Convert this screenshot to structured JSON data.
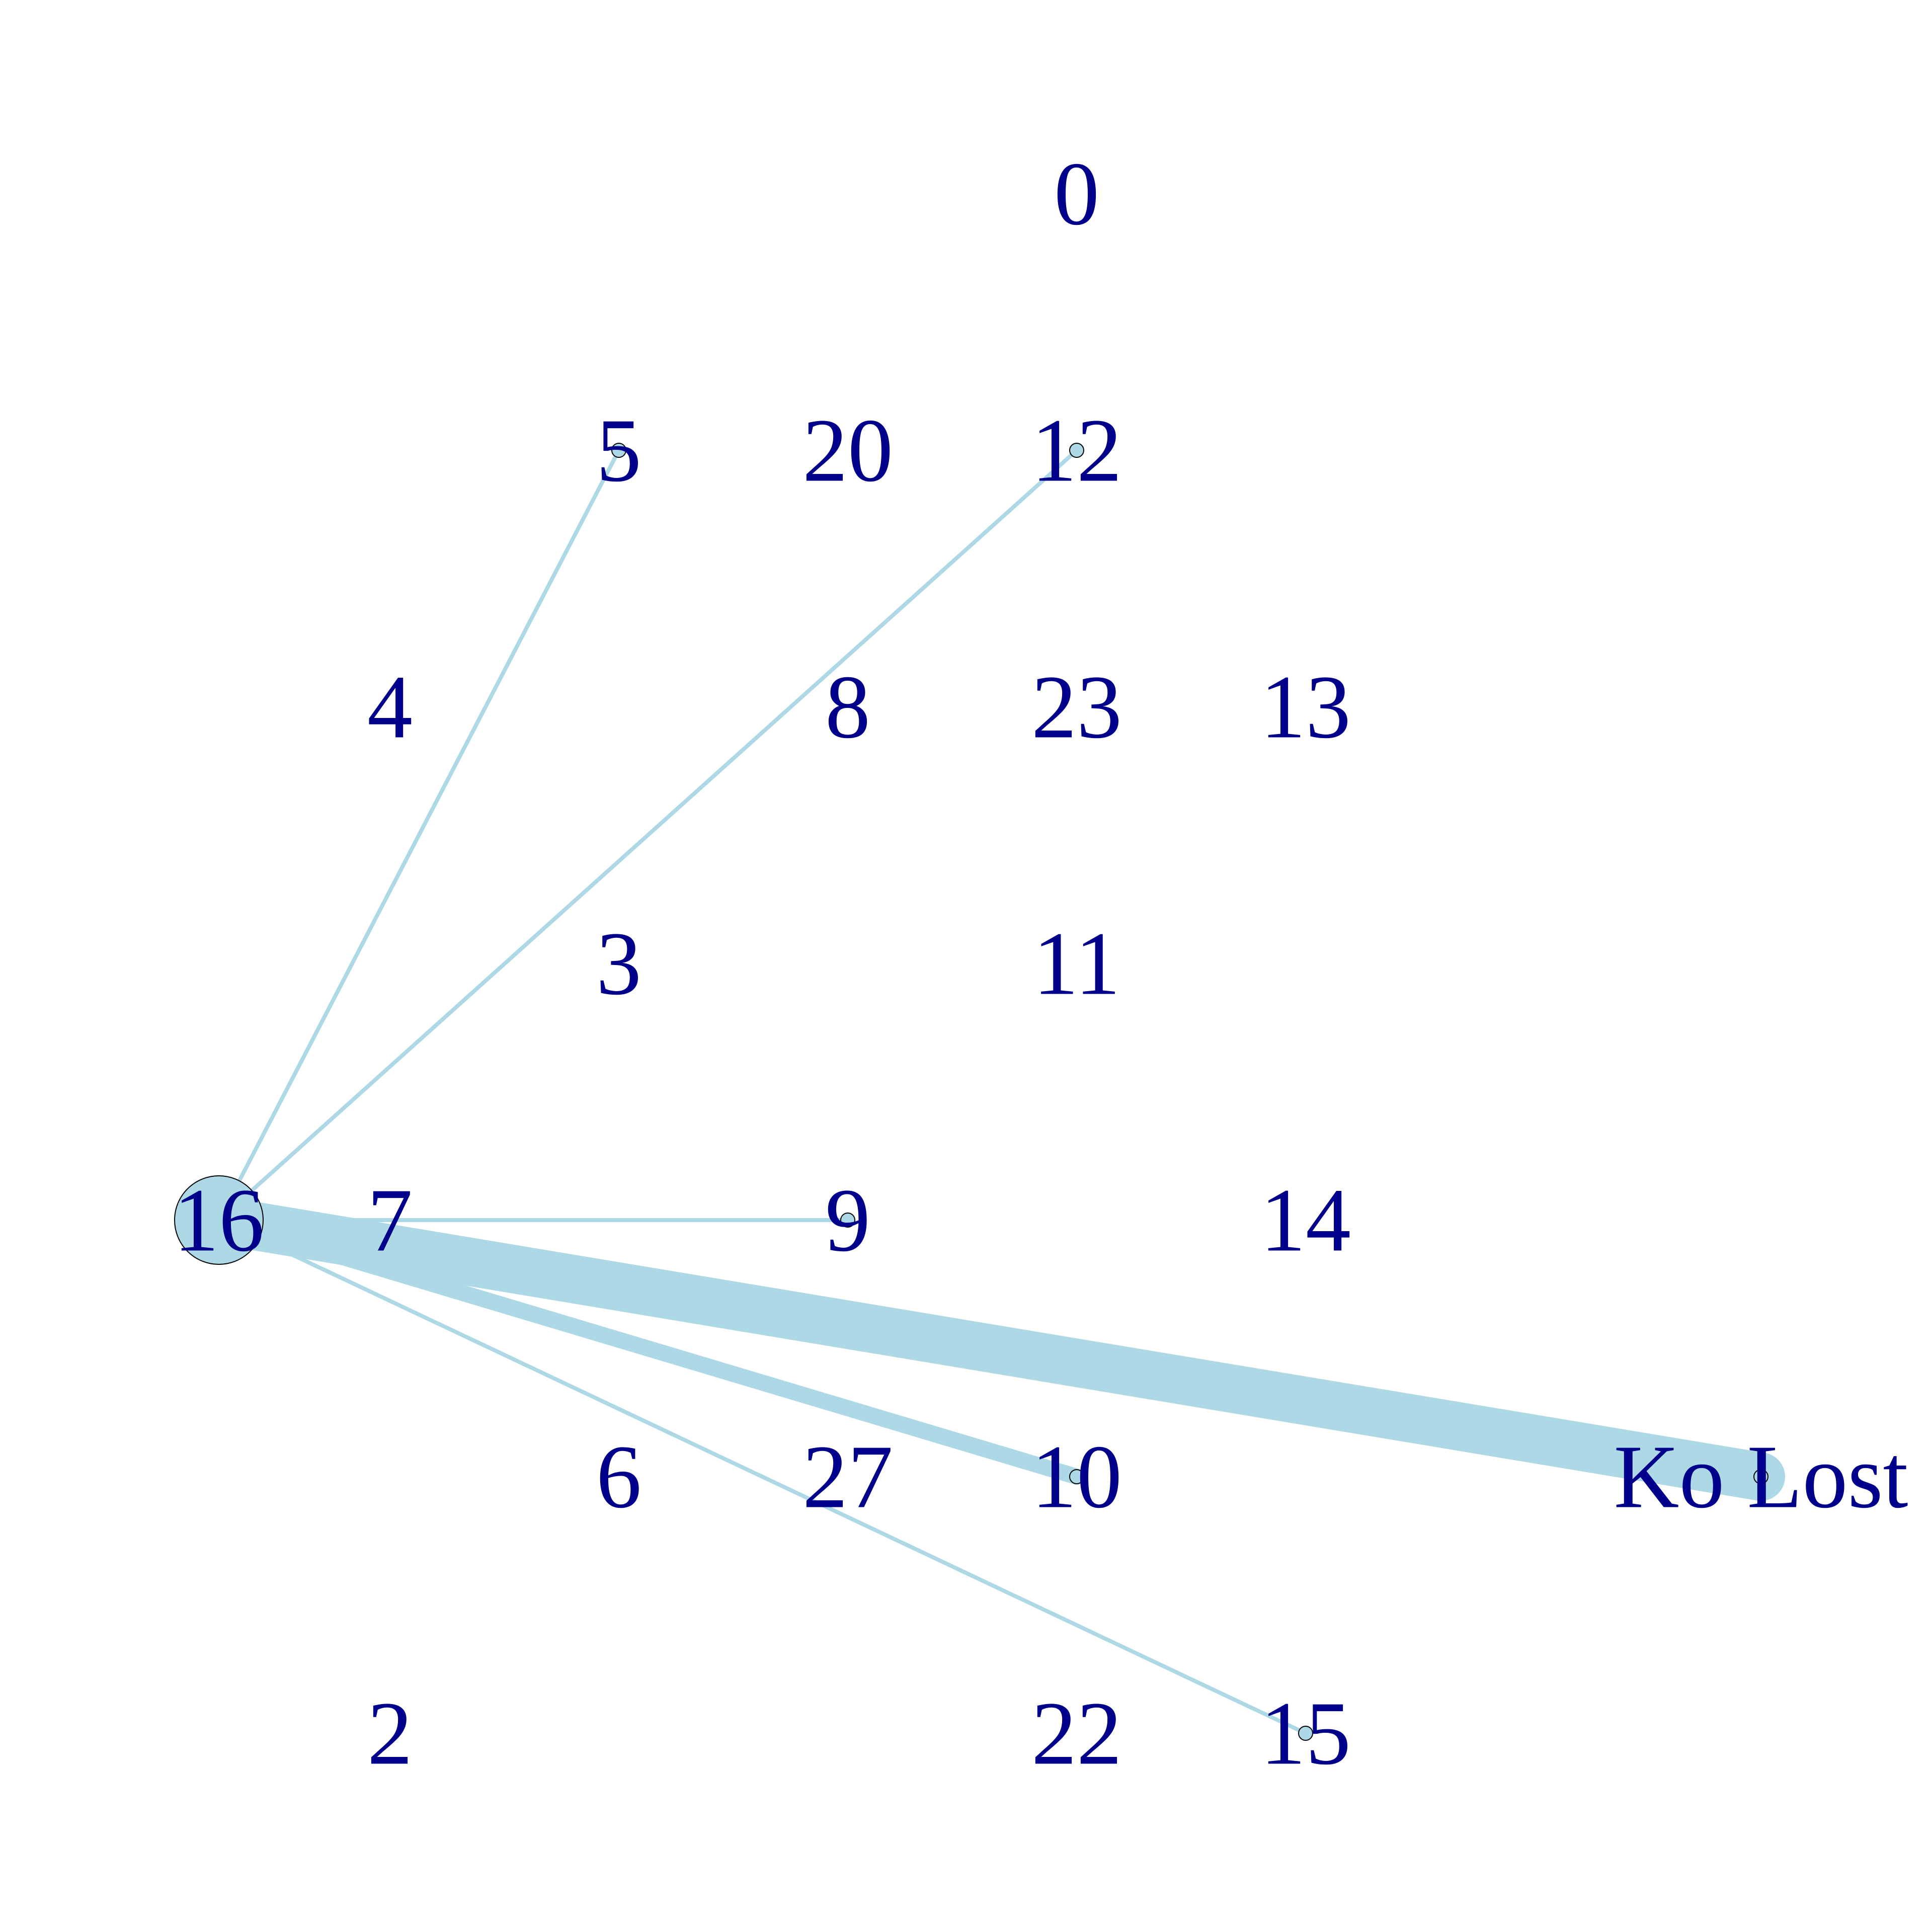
{
  "graph": {
    "edge_color": "#ADD8E6",
    "node_fill": "#ADD8E6",
    "node_stroke": "#000000",
    "label_color": "#00008B",
    "nodes": [
      {
        "id": "0",
        "label": "0"
      },
      {
        "id": "5",
        "label": "5"
      },
      {
        "id": "20",
        "label": "20"
      },
      {
        "id": "12",
        "label": "12"
      },
      {
        "id": "4",
        "label": "4"
      },
      {
        "id": "8",
        "label": "8"
      },
      {
        "id": "23",
        "label": "23"
      },
      {
        "id": "13",
        "label": "13"
      },
      {
        "id": "3",
        "label": "3"
      },
      {
        "id": "11",
        "label": "11"
      },
      {
        "id": "16",
        "label": "16"
      },
      {
        "id": "7",
        "label": "7"
      },
      {
        "id": "9",
        "label": "9"
      },
      {
        "id": "14",
        "label": "14"
      },
      {
        "id": "6",
        "label": "6"
      },
      {
        "id": "27",
        "label": "27"
      },
      {
        "id": "10",
        "label": "10"
      },
      {
        "id": "ko-lost",
        "label": "Ko Lost"
      },
      {
        "id": "2",
        "label": "2"
      },
      {
        "id": "22",
        "label": "22"
      },
      {
        "id": "15",
        "label": "15"
      }
    ],
    "edges": [
      {
        "from": "16",
        "to": "5",
        "weight": 1
      },
      {
        "from": "16",
        "to": "12",
        "weight": 1
      },
      {
        "from": "16",
        "to": "9",
        "weight": 1
      },
      {
        "from": "16",
        "to": "15",
        "weight": 1
      },
      {
        "from": "16",
        "to": "10",
        "weight": 4
      },
      {
        "from": "16",
        "to": "ko-lost",
        "weight": 12
      }
    ]
  }
}
